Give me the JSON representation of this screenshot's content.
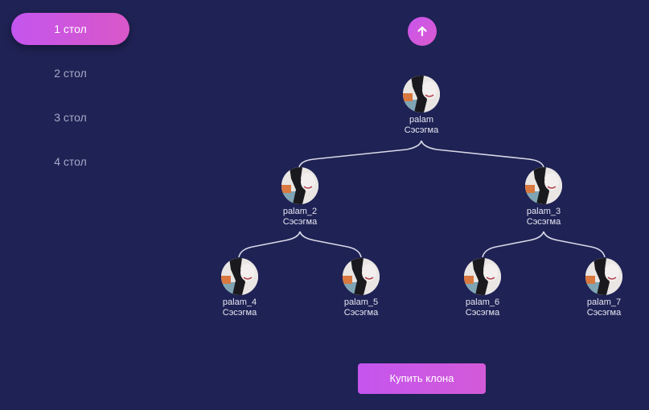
{
  "sidebar": {
    "items": [
      {
        "label": "1 стол",
        "active": true
      },
      {
        "label": "2 стол",
        "active": false
      },
      {
        "label": "3 стол",
        "active": false
      },
      {
        "label": "4 стол",
        "active": false
      }
    ]
  },
  "up_button": {
    "icon": "arrow-up-icon"
  },
  "tree": {
    "root": {
      "name": "palam",
      "sub": "Сэсэгма"
    },
    "level2": [
      {
        "name": "palam_2",
        "sub": "Сэсэгма"
      },
      {
        "name": "palam_3",
        "sub": "Сэсэгма"
      }
    ],
    "level3": [
      {
        "name": "palam_4",
        "sub": "Сэсэгма"
      },
      {
        "name": "palam_5",
        "sub": "Сэсэгма"
      },
      {
        "name": "palam_6",
        "sub": "Сэсэгма"
      },
      {
        "name": "palam_7",
        "sub": "Сэсэгма"
      }
    ]
  },
  "buy_button": {
    "label": "Купить клона"
  },
  "colors": {
    "background": "#1f2254",
    "accent": "#cc56e4",
    "connector": "#d8d9e8"
  }
}
